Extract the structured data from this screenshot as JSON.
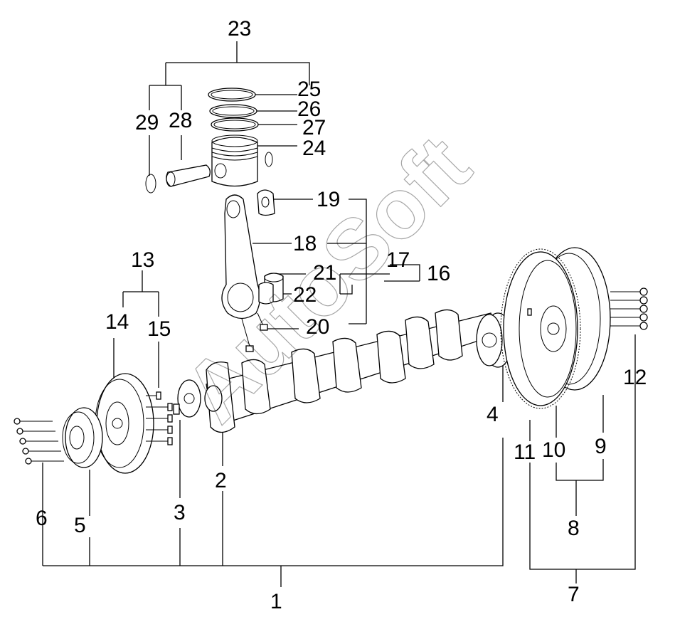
{
  "watermark": "AutoSoft",
  "labels": {
    "n1": "1",
    "n2": "2",
    "n3": "3",
    "n4": "4",
    "n5": "5",
    "n6": "6",
    "n7": "7",
    "n8": "8",
    "n9": "9",
    "n10": "10",
    "n11": "11",
    "n12": "12",
    "n13": "13",
    "n14": "14",
    "n15": "15",
    "n16": "16",
    "n17": "17",
    "n18": "18",
    "n19": "19",
    "n20": "20",
    "n21": "21",
    "n22": "22",
    "n23": "23",
    "n24": "24",
    "n25": "25",
    "n26": "26",
    "n27": "27",
    "n28": "28",
    "n29": "29"
  }
}
